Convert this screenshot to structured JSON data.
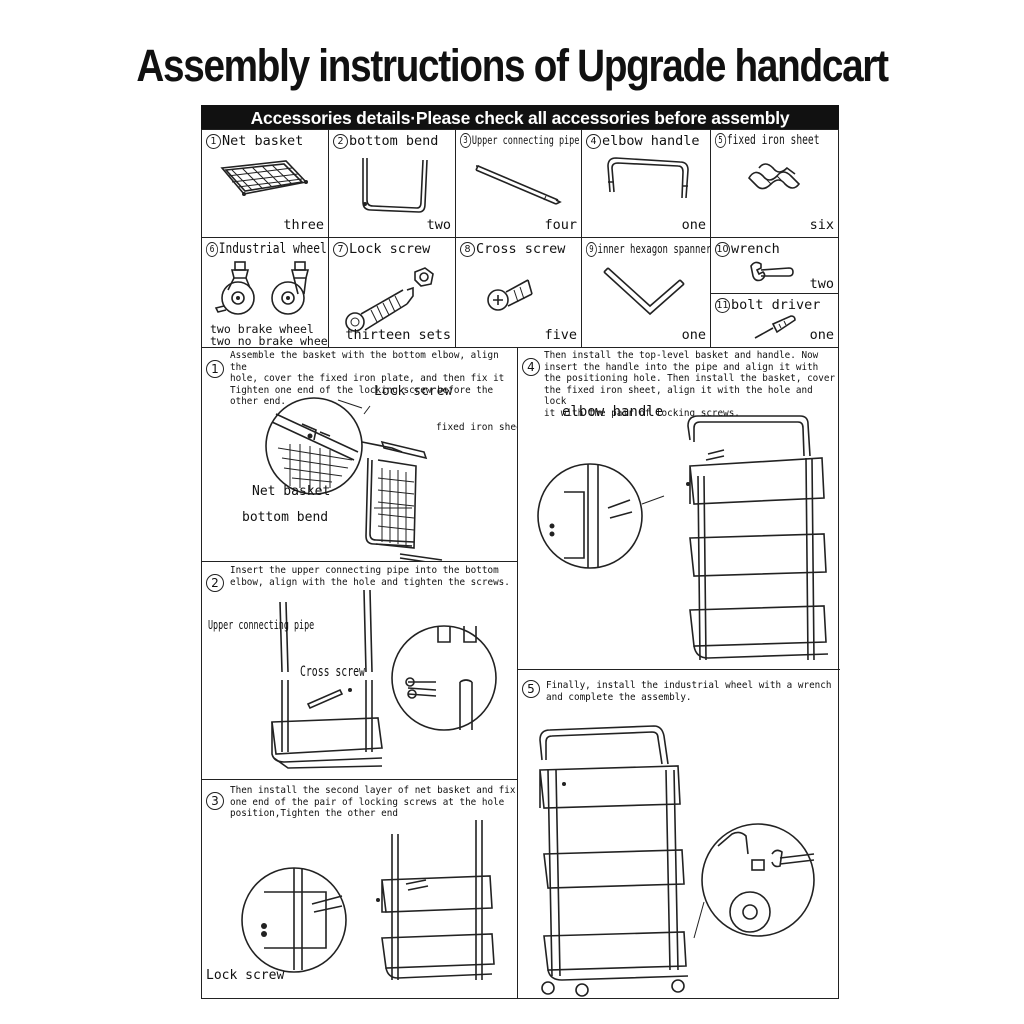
{
  "title": "Assembly instructions of Upgrade handcart",
  "banner": "Accessories details·Please check all accessories before assembly",
  "accessories": [
    {
      "num": "1",
      "name": "Net basket",
      "qty": "three",
      "icon": "net-basket-icon"
    },
    {
      "num": "2",
      "name": "bottom bend",
      "qty": "two",
      "icon": "bottom-bend-icon"
    },
    {
      "num": "3",
      "name": "Upper connecting pipe",
      "qty": "four",
      "icon": "connecting-pipe-icon"
    },
    {
      "num": "4",
      "name": "elbow handle",
      "qty": "one",
      "icon": "elbow-handle-icon"
    },
    {
      "num": "5",
      "name": "fixed iron sheet",
      "qty": "six",
      "icon": "iron-sheet-icon"
    },
    {
      "num": "6",
      "name": "Industrial wheel",
      "qty_line1": "two brake wheel",
      "qty_line2": "two no brake wheel",
      "icon": "wheel-icon"
    },
    {
      "num": "7",
      "name": "Lock screw",
      "qty": "thirteen sets",
      "icon": "lock-screw-icon"
    },
    {
      "num": "8",
      "name": "Cross screw",
      "qty": "five",
      "icon": "cross-screw-icon"
    },
    {
      "num": "9",
      "name": "inner hexagon spanner",
      "qty": "one",
      "icon": "hex-spanner-icon"
    },
    {
      "num": "10",
      "name": "wrench",
      "qty": "two",
      "icon": "wrench-icon"
    },
    {
      "num": "11",
      "name": "bolt driver",
      "qty": "one",
      "icon": "screwdriver-icon"
    }
  ],
  "steps": [
    {
      "num": "1",
      "text": "Assemble the basket with the bottom elbow, align the\nhole, cover the fixed iron plate, and then fix it\nTighten one end of the locking screw before the\nother end.",
      "labels": {
        "lock_screw": "Lock screw",
        "fixed_iron_sheet": "fixed iron sheet",
        "net_basket": "Net basket",
        "bottom_bend": "bottom bend"
      }
    },
    {
      "num": "2",
      "text": "Insert the upper connecting pipe into the bottom\nelbow, align with the hole and tighten the screws.",
      "labels": {
        "upper_pipe": "Upper connecting pipe",
        "cross_screw": "Cross screw"
      }
    },
    {
      "num": "3",
      "text": "Then install the second layer of net basket and fix\none end of the pair of locking screws at the hole\nposition,Tighten the other end",
      "labels": {
        "lock_screw": "Lock screw"
      }
    },
    {
      "num": "4",
      "text": "Then install the top-level basket and handle. Now\ninsert the handle into the pipe and align it with\nthe positioning hole. Then install the basket, cover\nthe fixed iron sheet, align it with the hole and lock\nit with the pair of locking screws.",
      "labels": {
        "elbow_handle": "elbow handle"
      }
    },
    {
      "num": "5",
      "text": "Finally, install the industrial wheel with a wrench\nand complete the assembly.",
      "labels": {}
    }
  ]
}
